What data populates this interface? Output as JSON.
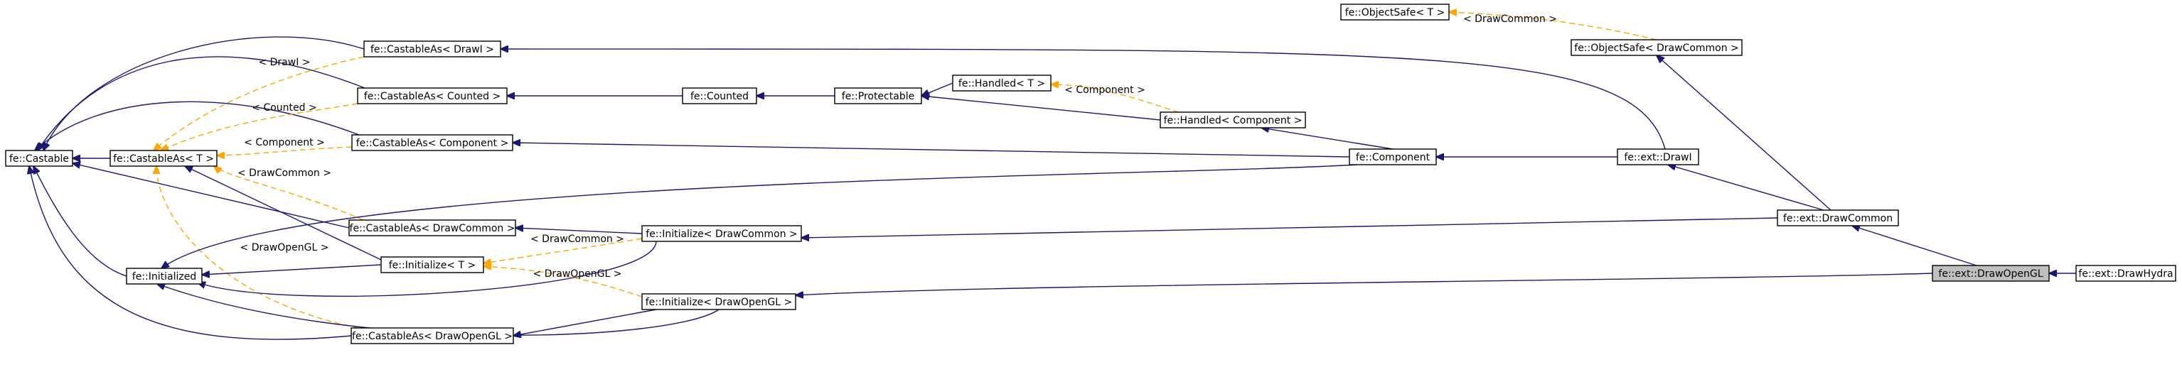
{
  "diagram": {
    "colors": {
      "inheritance": "#191970",
      "template_instance": "#ffa500",
      "highlight_fill": "#bfbfbf"
    },
    "nodes": [
      {
        "id": "castable",
        "label": "fe::Castable"
      },
      {
        "id": "castableAsT",
        "label": "fe::CastableAs< T >"
      },
      {
        "id": "initialized",
        "label": "fe::Initialized"
      },
      {
        "id": "castableAsDrawI",
        "label": "fe::CastableAs< DrawI >"
      },
      {
        "id": "castableAsCounted",
        "label": "fe::CastableAs< Counted >"
      },
      {
        "id": "castableAsComponent",
        "label": "fe::CastableAs< Component >"
      },
      {
        "id": "castableAsDrawCommon",
        "label": "fe::CastableAs< DrawCommon >"
      },
      {
        "id": "initializeT",
        "label": "fe::Initialize< T >"
      },
      {
        "id": "castableAsDrawOpenGL",
        "label": "fe::CastableAs< DrawOpenGL >"
      },
      {
        "id": "counted",
        "label": "fe::Counted"
      },
      {
        "id": "initializeDrawCommon",
        "label": "fe::Initialize< DrawCommon >"
      },
      {
        "id": "initializeDrawOpenGL",
        "label": "fe::Initialize< DrawOpenGL >"
      },
      {
        "id": "protectable",
        "label": "fe::Protectable"
      },
      {
        "id": "handledT",
        "label": "fe::Handled< T >"
      },
      {
        "id": "handledComponent",
        "label": "fe::Handled< Component >"
      },
      {
        "id": "component",
        "label": "fe::Component"
      },
      {
        "id": "objectSafeT",
        "label": "fe::ObjectSafe< T >"
      },
      {
        "id": "objectSafeDrawCommon",
        "label": "fe::ObjectSafe< DrawCommon >"
      },
      {
        "id": "drawI",
        "label": "fe::ext::DrawI"
      },
      {
        "id": "drawCommon",
        "label": "fe::ext::DrawCommon"
      },
      {
        "id": "drawOpenGL",
        "label": "fe::ext::DrawOpenGL",
        "highlighted": true
      },
      {
        "id": "drawHydra",
        "label": "fe::ext::DrawHydra"
      }
    ],
    "edges": [
      {
        "from": "castable",
        "to": "castableAsT",
        "kind": "inheritance"
      },
      {
        "from": "castable",
        "to": "initialized",
        "kind": "inheritance"
      },
      {
        "from": "castable",
        "to": "castableAsDrawI",
        "kind": "inheritance"
      },
      {
        "from": "castable",
        "to": "castableAsCounted",
        "kind": "inheritance"
      },
      {
        "from": "castable",
        "to": "castableAsComponent",
        "kind": "inheritance"
      },
      {
        "from": "castable",
        "to": "castableAsDrawCommon",
        "kind": "inheritance"
      },
      {
        "from": "castable",
        "to": "castableAsDrawOpenGL",
        "kind": "inheritance"
      },
      {
        "from": "castableAsT",
        "to": "initializeT",
        "kind": "inheritance"
      },
      {
        "from": "castableAsT",
        "to": "castableAsDrawI",
        "kind": "template",
        "label": "< DrawI >"
      },
      {
        "from": "castableAsT",
        "to": "castableAsCounted",
        "kind": "template",
        "label": "< Counted >"
      },
      {
        "from": "castableAsT",
        "to": "castableAsComponent",
        "kind": "template",
        "label": "< Component >"
      },
      {
        "from": "castableAsT",
        "to": "castableAsDrawCommon",
        "kind": "template",
        "label": "< DrawCommon >"
      },
      {
        "from": "castableAsT",
        "to": "castableAsDrawOpenGL",
        "kind": "template",
        "label": "< DrawOpenGL >"
      },
      {
        "from": "initialized",
        "to": "initializeT",
        "kind": "inheritance"
      },
      {
        "from": "initialized",
        "to": "initializeDrawCommon",
        "kind": "inheritance"
      },
      {
        "from": "initialized",
        "to": "initializeDrawOpenGL",
        "kind": "inheritance"
      },
      {
        "from": "initialized",
        "to": "component",
        "kind": "inheritance"
      },
      {
        "from": "castableAsCounted",
        "to": "counted",
        "kind": "inheritance"
      },
      {
        "from": "counted",
        "to": "protectable",
        "kind": "inheritance"
      },
      {
        "from": "protectable",
        "to": "handledT",
        "kind": "inheritance"
      },
      {
        "from": "protectable",
        "to": "handledComponent",
        "kind": "inheritance"
      },
      {
        "from": "handledT",
        "to": "handledComponent",
        "kind": "template",
        "label": "< Component >"
      },
      {
        "from": "castableAsComponent",
        "to": "component",
        "kind": "inheritance"
      },
      {
        "from": "handledComponent",
        "to": "component",
        "kind": "inheritance"
      },
      {
        "from": "castableAsDrawCommon",
        "to": "initializeDrawCommon",
        "kind": "inheritance"
      },
      {
        "from": "initializeT",
        "to": "initializeDrawCommon",
        "kind": "template",
        "label": "< DrawCommon >"
      },
      {
        "from": "initializeT",
        "to": "initializeDrawOpenGL",
        "kind": "template",
        "label": "< DrawOpenGL >"
      },
      {
        "from": "castableAsDrawOpenGL",
        "to": "initializeDrawOpenGL",
        "kind": "inheritance"
      },
      {
        "from": "objectSafeT",
        "to": "objectSafeDrawCommon",
        "kind": "template",
        "label": "< DrawCommon >"
      },
      {
        "from": "component",
        "to": "drawI",
        "kind": "inheritance"
      },
      {
        "from": "castableAsDrawI",
        "to": "drawI",
        "kind": "inheritance"
      },
      {
        "from": "drawI",
        "to": "drawCommon",
        "kind": "inheritance"
      },
      {
        "from": "objectSafeDrawCommon",
        "to": "drawCommon",
        "kind": "inheritance"
      },
      {
        "from": "initializeDrawCommon",
        "to": "drawCommon",
        "kind": "inheritance"
      },
      {
        "from": "drawCommon",
        "to": "drawOpenGL",
        "kind": "inheritance"
      },
      {
        "from": "initializeDrawOpenGL",
        "to": "drawOpenGL",
        "kind": "inheritance"
      },
      {
        "from": "drawOpenGL",
        "to": "drawHydra",
        "kind": "inheritance"
      }
    ]
  }
}
